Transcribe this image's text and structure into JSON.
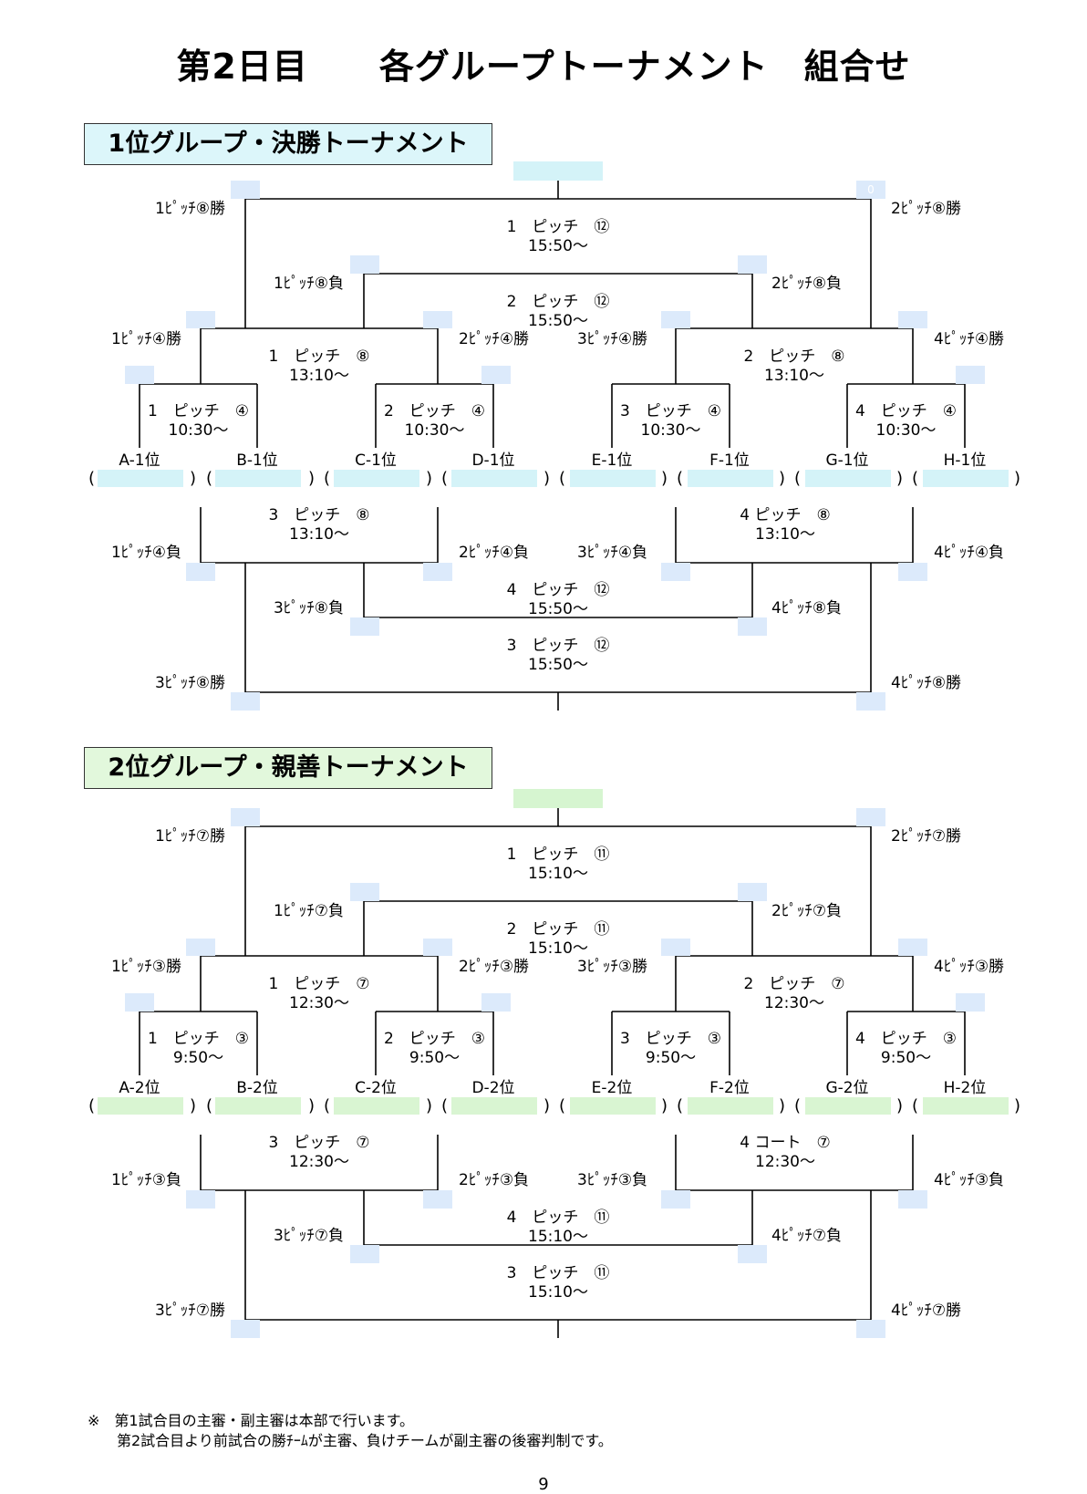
{
  "title": "第2日目　　各グループトーナメント　組合せ",
  "page_number": "9",
  "colors": {
    "section1_fill": "#dcf6fa",
    "section2_fill": "#e2f8dc",
    "slot1": "#dceafb",
    "slot2": "#dceafb",
    "team1": "#d4f3f8",
    "team2": "#d9f5d2",
    "line": "#000000"
  },
  "sections": [
    {
      "title": "1位グループ・決勝トーナメント",
      "final_match": {
        "pitch": "1　ピッチ　⑫",
        "time": "15:50～"
      },
      "third_match": {
        "pitch": "2　ピッチ　⑫",
        "time": "15:50～"
      },
      "semi_left": {
        "pitch": "1　ピッチ　⑧",
        "time": "13:10～"
      },
      "semi_right": {
        "pitch": "2　ピッチ　⑧",
        "time": "13:10～"
      },
      "qf": [
        {
          "pitch": "1　ピッチ　④",
          "time": "10:30～"
        },
        {
          "pitch": "2　ピッチ　④",
          "time": "10:30～"
        },
        {
          "pitch": "3　ピッチ　④",
          "time": "10:30～"
        },
        {
          "pitch": "4　ピッチ　④",
          "time": "10:30～"
        }
      ],
      "loser_semi_left": {
        "pitch": "3　ピッチ　⑧",
        "time": "13:10～"
      },
      "loser_semi_right": {
        "pitch": "4 ピッチ　⑧",
        "time": "13:10～"
      },
      "loser_mid": {
        "pitch": "4　ピッチ　⑫",
        "time": "15:50～"
      },
      "loser_final": {
        "pitch": "3　ピッチ　⑫",
        "time": "15:50～"
      },
      "teams": [
        "A-1位",
        "B-1位",
        "C-1位",
        "D-1位",
        "E-1位",
        "F-1位",
        "G-1位",
        "H-1位"
      ],
      "top_right_slot_text": "0",
      "labels": {
        "final_l": "1ﾋﾟｯﾁ⑧勝",
        "final_r": "2ﾋﾟｯﾁ⑧勝",
        "third_l": "1ﾋﾟｯﾁ⑧負",
        "third_r": "2ﾋﾟｯﾁ⑧負",
        "sl_l": "1ﾋﾟｯﾁ④勝",
        "sl_r": "2ﾋﾟｯﾁ④勝",
        "sr_l": "3ﾋﾟｯﾁ④勝",
        "sr_r": "4ﾋﾟｯﾁ④勝",
        "lsl_l": "1ﾋﾟｯﾁ④負",
        "lsl_r": "2ﾋﾟｯﾁ④負",
        "lsr_l": "3ﾋﾟｯﾁ④負",
        "lsr_r": "4ﾋﾟｯﾁ④負",
        "lm_l": "3ﾋﾟｯﾁ⑧負",
        "lm_r": "4ﾋﾟｯﾁ⑧負",
        "lf_l": "3ﾋﾟｯﾁ⑧勝",
        "lf_r": "4ﾋﾟｯﾁ⑧勝"
      }
    },
    {
      "title": "2位グループ・親善トーナメント",
      "final_match": {
        "pitch": "1　ピッチ　⑪",
        "time": "15:10～"
      },
      "third_match": {
        "pitch": "2　ピッチ　⑪",
        "time": "15:10～"
      },
      "semi_left": {
        "pitch": "1　ピッチ　⑦",
        "time": "12:30～"
      },
      "semi_right": {
        "pitch": "2　ピッチ　⑦",
        "time": "12:30～"
      },
      "qf": [
        {
          "pitch": "1　ピッチ　③",
          "time": "9:50～"
        },
        {
          "pitch": "2　ピッチ　③",
          "time": "9:50～"
        },
        {
          "pitch": "3　ピッチ　③",
          "time": "9:50～"
        },
        {
          "pitch": "4　ピッチ　③",
          "time": "9:50～"
        }
      ],
      "loser_semi_left": {
        "pitch": "3　ピッチ　⑦",
        "time": "12:30～"
      },
      "loser_semi_right": {
        "pitch": "4 コート　⑦",
        "time": "12:30～"
      },
      "loser_mid": {
        "pitch": "4　ピッチ　⑪",
        "time": "15:10～"
      },
      "loser_final": {
        "pitch": "3　ピッチ　⑪",
        "time": "15:10～"
      },
      "teams": [
        "A-2位",
        "B-2位",
        "C-2位",
        "D-2位",
        "E-2位",
        "F-2位",
        "G-2位",
        "H-2位"
      ],
      "top_right_slot_text": "",
      "labels": {
        "final_l": "1ﾋﾟｯﾁ⑦勝",
        "final_r": "2ﾋﾟｯﾁ⑦勝",
        "third_l": "1ﾋﾟｯﾁ⑦負",
        "third_r": "2ﾋﾟｯﾁ⑦負",
        "sl_l": "1ﾋﾟｯﾁ③勝",
        "sl_r": "2ﾋﾟｯﾁ③勝",
        "sr_l": "3ﾋﾟｯﾁ③勝",
        "sr_r": "4ﾋﾟｯﾁ③勝",
        "lsl_l": "1ﾋﾟｯﾁ③負",
        "lsl_r": "2ﾋﾟｯﾁ③負",
        "lsr_l": "3ﾋﾟｯﾁ③負",
        "lsr_r": "4ﾋﾟｯﾁ③負",
        "lm_l": "3ﾋﾟｯﾁ⑦負",
        "lm_r": "4ﾋﾟｯﾁ⑦負",
        "lf_l": "3ﾋﾟｯﾁ⑦勝",
        "lf_r": "4ﾋﾟｯﾁ⑦勝"
      }
    }
  ],
  "footer": {
    "line1": "※　第1試合目の主審・副主審は本部で行います。",
    "line2": "　　第2試合目より前試合の勝ﾁｰﾑが主審、負けチームが副主審の後審判制です。"
  }
}
